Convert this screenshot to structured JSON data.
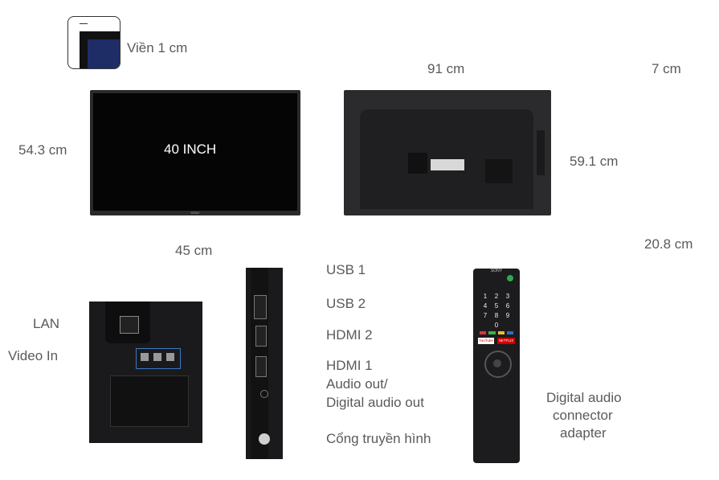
{
  "labels": {
    "bezel": "Viền 1 cm",
    "screen_size": "40 INCH",
    "front_height": "54.3 cm",
    "stand_width": "45 cm",
    "back_width": "91 cm",
    "back_height": "59.1 cm",
    "depth_top": "7 cm",
    "depth_base": "20.8 cm",
    "lan": "LAN",
    "video_in": "Video In",
    "usb1": "USB 1",
    "usb2": "USB 2",
    "hdmi2": "HDMI 2",
    "hdmi1": "HDMI 1",
    "audio_out_1": "Audio out/",
    "audio_out_2": "Digital audio out",
    "antenna": "Cổng truyền hình",
    "adapter_1": "Digital audio",
    "adapter_2": "connector",
    "adapter_3": "adapter"
  },
  "brand": "SONY",
  "remote_keys": [
    "1",
    "2",
    "3",
    "4",
    "5",
    "6",
    "7",
    "8",
    "9",
    "0"
  ],
  "remote_apps": {
    "youtube": "YouTube",
    "netflix": "NETFLIX"
  },
  "colors": {
    "leader_line": "#3b78c4",
    "text": "#5a5a5a",
    "tv_body": "#1c1c1e",
    "dimension_line": "#8a8a8a"
  }
}
